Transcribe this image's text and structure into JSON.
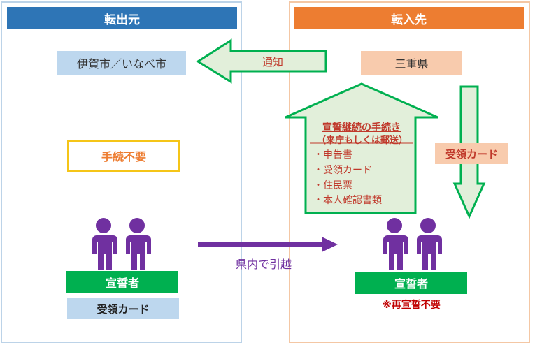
{
  "colors": {
    "left_border": "#bcd3e8",
    "right_border": "#f4c7a4",
    "left_header": "#2e75b6",
    "right_header": "#ed7d31",
    "green": "#00b050",
    "arrow_fill": "#e2efda",
    "light_blue": "#bdd7ee",
    "peach": "#f8cbad",
    "yellow": "#f5c518",
    "purple": "#7030a0",
    "red": "#c00000"
  },
  "left": {
    "header": "転出元",
    "city": "伊賀市／いなべ市",
    "no_procedure": "手続不要",
    "oath_label": "宣誓者",
    "card_label": "受領カード"
  },
  "right": {
    "header": "転入先",
    "prefecture": "三重県",
    "card_label": "受領カード",
    "oath_label": "宣誓者",
    "note": "※再宣誓不要"
  },
  "notify_label": "通知",
  "move_label": "県内で引越",
  "house": {
    "title": "宣誓継続の手続き",
    "subtitle": "（来庁もしくは郵送）",
    "items": [
      "・申告書",
      "・受領カード",
      "・住民票",
      "・本人確認書類"
    ]
  },
  "icons": {
    "people_left": "two-people-icon",
    "people_right": "two-people-icon"
  }
}
